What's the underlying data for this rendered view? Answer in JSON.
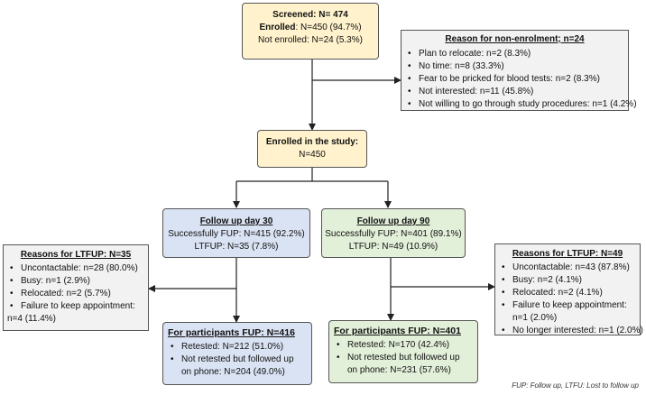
{
  "screened": {
    "title": "Screened: N= 474",
    "enrolled_label": "Enrolled",
    "enrolled_value": ": N=450 (94.7%)",
    "not_enrolled": "Not enrolled: N=24 (5.3%)"
  },
  "non_enrolment": {
    "title": "Reason for non-enrolment; n=24",
    "items": [
      "Plan to relocate: n=2 (8.3%)",
      "No time: n=8 (33.3%)",
      "Fear to be pricked for blood tests: n=2 (8.3%)",
      "Not interested: n=11 (45.8%)",
      "Not willing to go through study procedures: n=1 (4.2%)"
    ]
  },
  "enrolled": {
    "title": "Enrolled in the study:",
    "value": "N=450"
  },
  "fu30": {
    "title": "Follow up day 30",
    "success": "Successfully FUP: N=415 (92.2%)",
    "ltfup": "LTFUP: N=35 (7.8%)"
  },
  "fu90": {
    "title": "Follow up day 90",
    "success": "Successfully FUP: N=401 (89.1%)",
    "ltfup": "LTFUP: N=49 (10.9%)"
  },
  "ltfup30": {
    "title": "Reasons for LTFUP: N=35",
    "items": [
      {
        "line1": "Uncontactable: n=28 (80.0%)",
        "line2": ""
      },
      {
        "line1": "Busy: n=1 (2.9%)",
        "line2": ""
      },
      {
        "line1": "Relocated: n=2 (5.7%)",
        "line2": ""
      },
      {
        "line1": "Failure to keep appointment:",
        "line2": "n=4 (11.4%)"
      }
    ]
  },
  "ltfup90": {
    "title": "Reasons for LTFUP: N=49",
    "items": [
      {
        "line1": "Uncontactable: n=43 (87.8%)",
        "line2": ""
      },
      {
        "line1": "Busy: n=2 (4.1%)",
        "line2": ""
      },
      {
        "line1": "Relocated: n=2 (4.1%)",
        "line2": ""
      },
      {
        "line1": "Failure to keep appointment:",
        "line2": "n=1 (2.0%)"
      },
      {
        "line1": "No longer interested: n=1 (2.0%)",
        "line2": ""
      }
    ]
  },
  "fup30": {
    "title": "For participants FUP: N=416",
    "items": [
      {
        "line1": "Retested: N=212 (51.0%)",
        "line2": ""
      },
      {
        "line1": "Not retested but followed up",
        "line2": "on phone: N=204 (49.0%)"
      }
    ]
  },
  "fup90": {
    "title": "For participants FUP: N=401",
    "items": [
      {
        "line1": "Retested: N=170 (42.4%)",
        "line2": ""
      },
      {
        "line1": "Not retested but followed up",
        "line2": "on phone: N=231 (57.6%)"
      }
    ]
  },
  "footnote": "FUP: Follow up, LTFU: Lost to follow up",
  "colors": {
    "yellow": "#fff2cc",
    "blue": "#dae3f3",
    "green": "#e2efd9",
    "grey": "#f2f2f2"
  }
}
